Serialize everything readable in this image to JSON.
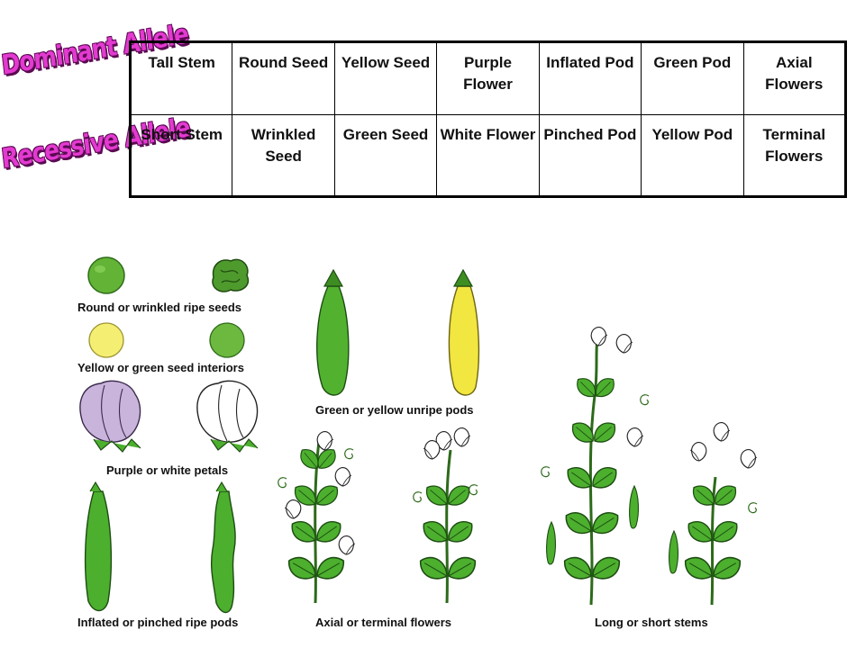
{
  "labels": {
    "dominant": "Dominant Allele",
    "recessive": "Recessive Allele"
  },
  "table": {
    "dominant_row": [
      "Tall Stem",
      "Round Seed",
      "Yellow Seed",
      "Purple Flower",
      "Inflated Pod",
      "Green Pod",
      "Axial Flowers"
    ],
    "recessive_row": [
      "Short Stem",
      "Wrinkled Seed",
      "Green Seed",
      "White Flower",
      "Pinched Pod",
      "Yellow Pod",
      "Terminal Flowers"
    ]
  },
  "captions": {
    "seeds": "Round or wrinkled ripe seeds",
    "interiors": "Yellow or green seed interiors",
    "petals": "Purple or white petals",
    "unripe_pods": "Green or yellow unripe pods",
    "ripe_pods": "Inflated or pinched ripe pods",
    "flowers": "Axial or terminal flowers",
    "stems": "Long or short stems"
  },
  "colors": {
    "allele_label": "#e33ad0",
    "leaf_green": "#4caf2e",
    "pod_yellow": "#f2e640",
    "petal_purple": "#c9b4dc"
  }
}
